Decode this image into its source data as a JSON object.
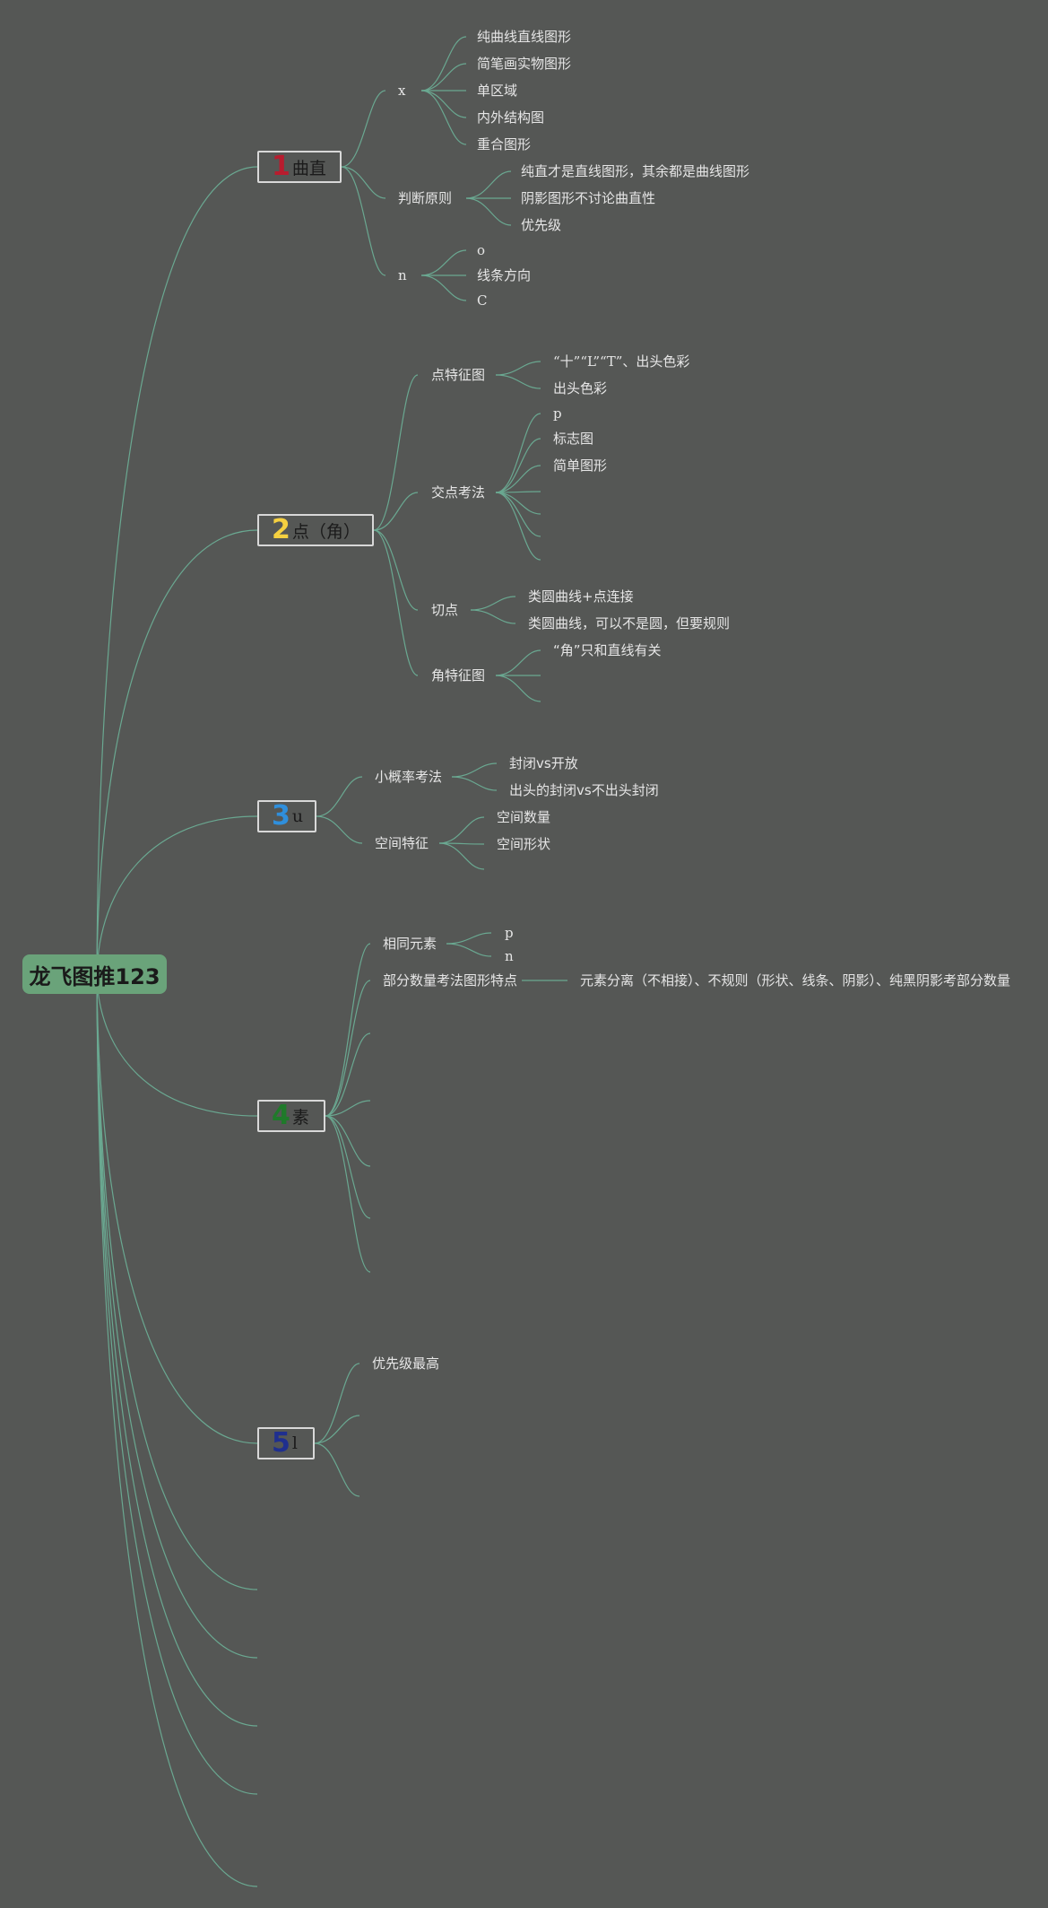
{
  "root": {
    "label": "龙飞图推123"
  },
  "colors": {
    "background": "#555755",
    "link": "#6aa891",
    "root_fill": "#6aa37a",
    "num1": "#b81c2e",
    "num2": "#f5d040",
    "num3": "#2f8fdc",
    "num4": "#1f7a2a",
    "num5": "#1f2f8f"
  },
  "topics": [
    {
      "num": "1",
      "label": "曲直",
      "branches": [
        {
          "label": "x",
          "items": [
            "纯曲线直线图形",
            "简笔画实物图形",
            "单区域",
            "内外结构图",
            "重合图形"
          ]
        },
        {
          "label": "判断原则",
          "items": [
            "纯直才是直线图形，其余都是曲线图形",
            "阴影图形不讨论曲直性",
            "优先级"
          ]
        },
        {
          "label": "n",
          "items": [
            "o",
            "线条方向",
            "C"
          ]
        }
      ]
    },
    {
      "num": "2",
      "label": "点（角）",
      "branches": [
        {
          "label": "点特征图",
          "items": [
            "“十”“L”“T”、出头色彩",
            "出头色彩"
          ]
        },
        {
          "label": "交点考法",
          "items": [
            "p",
            "标志图",
            "简单图形"
          ]
        },
        {
          "label": "切点",
          "items": [
            "类圆曲线+点连接",
            "类圆曲线，可以不是圆，但要规则"
          ]
        },
        {
          "label": "角特征图",
          "items": [
            "“角”只和直线有关"
          ]
        }
      ]
    },
    {
      "num": "3",
      "label": "u",
      "branches": [
        {
          "label": "小概率考法",
          "items": [
            "封闭vs开放",
            "出头的封闭vs不出头封闭"
          ]
        },
        {
          "label": "空间特征",
          "items": [
            "空间数量",
            "空间形状"
          ]
        }
      ]
    },
    {
      "num": "4",
      "label": "素",
      "branches": [
        {
          "label": "相同元素",
          "items": [
            "p",
            "n"
          ]
        },
        {
          "label": "部分数量考法图形特点",
          "items": [
            "元素分离（不相接）、不规则（形状、线条、阴影）、纯黑阴影考部分数量"
          ]
        }
      ]
    },
    {
      "num": "5",
      "label": "l",
      "branches": [
        {
          "label": "优先级最高",
          "items": []
        }
      ]
    }
  ]
}
